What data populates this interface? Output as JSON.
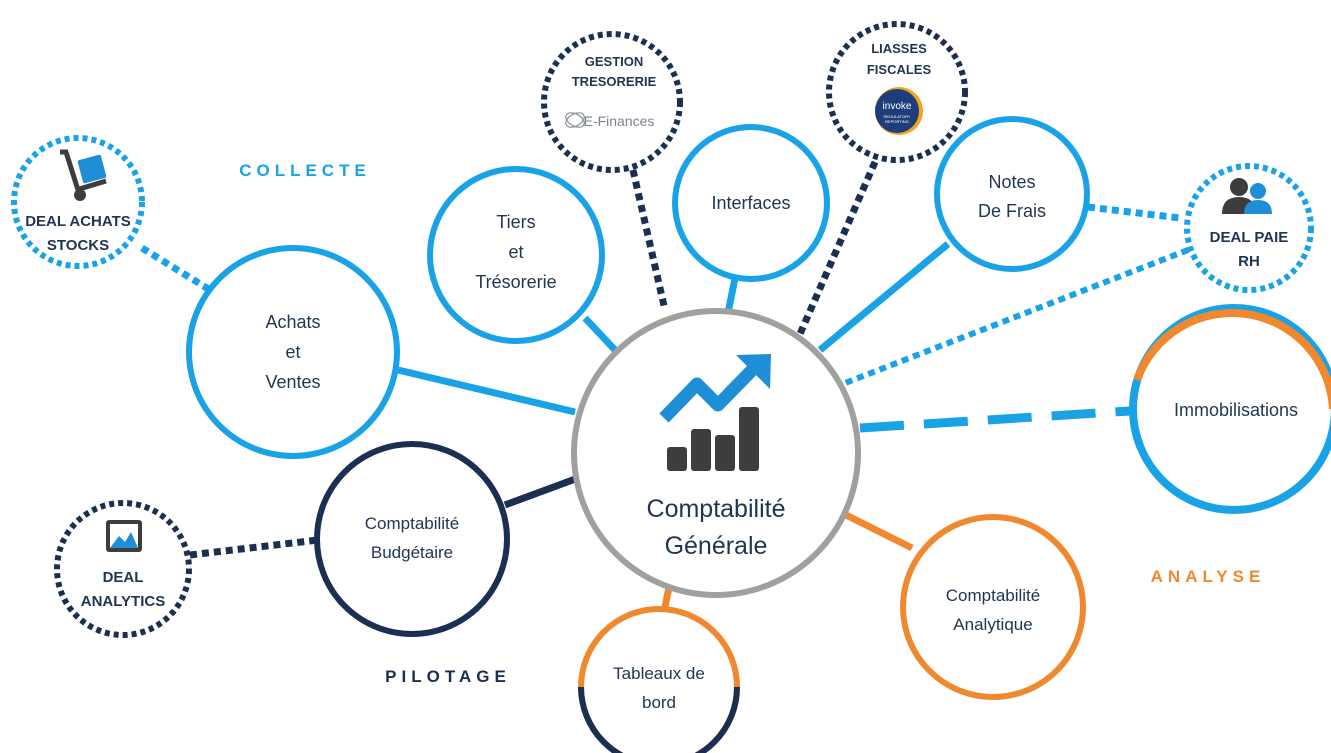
{
  "sections": {
    "collecte": "COLLECTE",
    "analyse": "ANALYSE",
    "pilotage": "PILOTAGE"
  },
  "center": {
    "line1": "Comptabilité",
    "line2": "Générale",
    "icon": "growth-chart-icon"
  },
  "nodes": {
    "achats": [
      "Achats",
      "et",
      "Ventes"
    ],
    "tiers": [
      "Tiers",
      "et",
      "Trésorerie"
    ],
    "interfaces": "Interfaces",
    "notes": [
      "Notes",
      "De Frais"
    ],
    "immobilisations": "Immobilisations",
    "analytique": [
      "Comptabilité",
      "Analytique"
    ],
    "tableaux": [
      "Tableaux de",
      "bord"
    ],
    "budgetaire": [
      "Comptabilité",
      "Budgétaire"
    ]
  },
  "satellites": {
    "deal_achats": [
      "DEAL ACHATS",
      "STOCKS"
    ],
    "gestion_tresorerie": [
      "GESTION",
      "TRESORERIE"
    ],
    "efinances_logo": "E-Finances",
    "liasses": [
      "LIASSES",
      "FISCALES"
    ],
    "invoke_logo": "invoke",
    "invoke_sub": [
      "REGULATORY",
      "REPORTING"
    ],
    "deal_paie": [
      "DEAL PAIE",
      "RH"
    ],
    "deal_analytics": [
      "DEAL",
      "ANALYTICS"
    ]
  },
  "colors": {
    "light_blue": "#19a3e6",
    "dark_navy": "#1a2f52",
    "orange": "#f0882f",
    "gray": "#a0a0a0",
    "chart_dark": "#3d3d3d"
  }
}
